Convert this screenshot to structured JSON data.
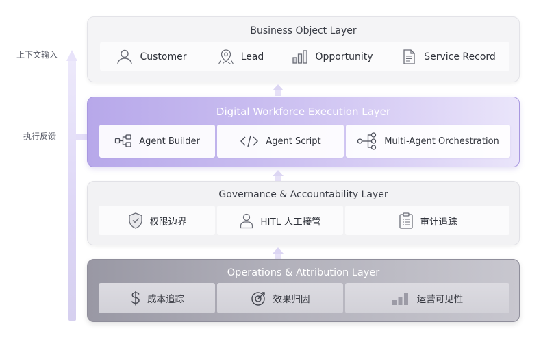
{
  "feedback": {
    "top_label": "上下文输入",
    "mid_label": "执行反馈"
  },
  "layers": {
    "business": {
      "title": "Business Object Layer",
      "items": [
        {
          "label": "Customer",
          "icon": "user-icon"
        },
        {
          "label": "Lead",
          "icon": "location-pin-icon"
        },
        {
          "label": "Opportunity",
          "icon": "bar-chart-icon"
        },
        {
          "label": "Service Record",
          "icon": "document-icon"
        }
      ]
    },
    "workforce": {
      "title": "Digital Workforce Execution Layer",
      "items": [
        {
          "label": "Agent Builder",
          "icon": "flow-nodes-icon"
        },
        {
          "label": "Agent Script",
          "icon": "code-icon"
        },
        {
          "label": "Multi-Agent Orchestration",
          "icon": "orchestration-icon"
        }
      ]
    },
    "governance": {
      "title": "Governance & Accountability Layer",
      "items": [
        {
          "label": "权限边界",
          "icon": "shield-check-icon"
        },
        {
          "label": "HITL 人工接管",
          "icon": "person-icon"
        },
        {
          "label": "审计追踪",
          "icon": "clipboard-icon"
        }
      ]
    },
    "operations": {
      "title": "Operations & Attribution Layer",
      "items": [
        {
          "label": "成本追踪",
          "icon": "dollar-icon"
        },
        {
          "label": "效果归因",
          "icon": "target-icon"
        },
        {
          "label": "运营可见性",
          "icon": "bars-ascending-icon"
        }
      ]
    }
  },
  "colors": {
    "workforce_accent": "#b7a8ea",
    "operations_base": "#9998a4",
    "icon_gray": "#6b6e78"
  }
}
